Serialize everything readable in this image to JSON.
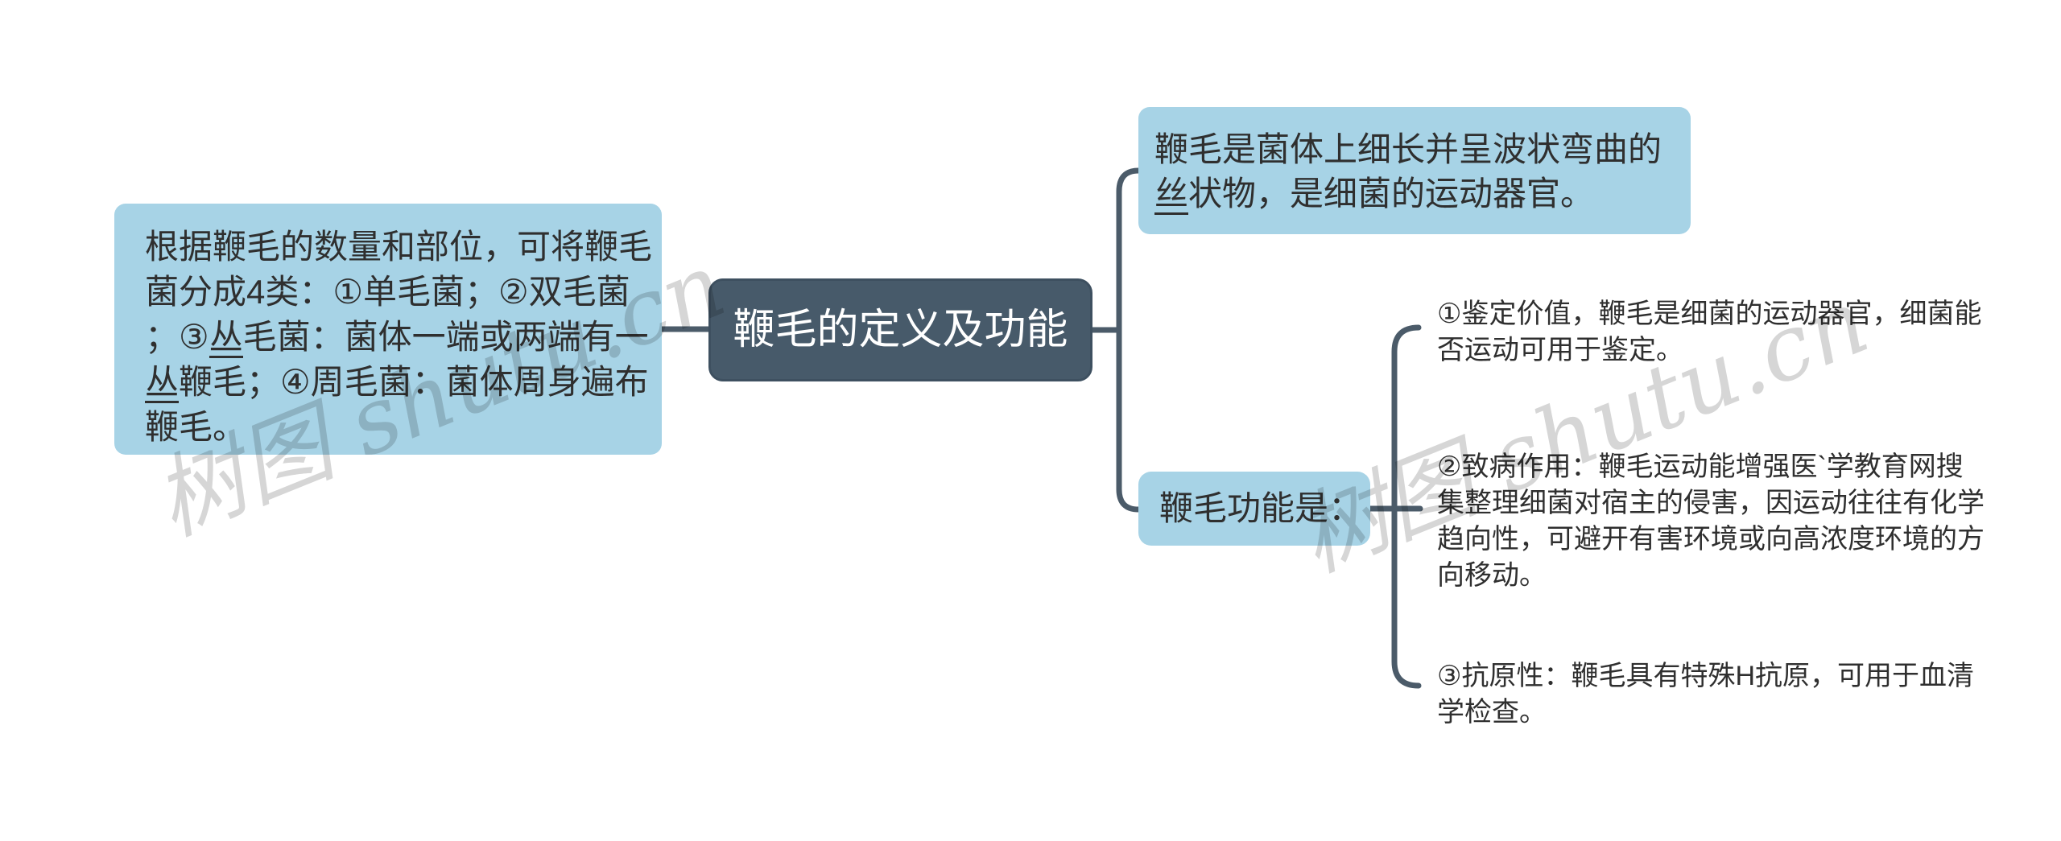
{
  "root": {
    "label": "鞭毛的定义及功能"
  },
  "left_note": {
    "lines": [
      "根据鞭毛的数量和部位，可将鞭毛",
      "菌分成4类：①单毛菌；②双毛菌",
      [
        {
          "t": "；③"
        },
        {
          "t": "丛",
          "u": true
        },
        {
          "t": "毛菌：菌体一端或两端有一"
        }
      ],
      [
        {
          "t": "丛",
          "u": true
        },
        {
          "t": "鞭毛；④周毛菌：菌体周身遍布"
        }
      ],
      "鞭毛。"
    ]
  },
  "definition_note": {
    "lines": [
      "鞭毛是菌体上细长并呈波状弯曲的",
      [
        {
          "t": "丝",
          "u": true
        },
        {
          "t": "状物，是细菌的运动器官。"
        }
      ]
    ]
  },
  "function_node": {
    "label": "鞭毛功能是："
  },
  "function_items": [
    {
      "lines": [
        "①鉴定价值，鞭毛是细菌的运动器官，细菌能",
        "否运动可用于鉴定。"
      ]
    },
    {
      "lines": [
        "②致病作用：鞭毛运动能增强医`学教育网搜",
        "集整理细菌对宿主的侵害，因运动往往有化学",
        "趋向性，可避开有害环境或向高浓度环境的方",
        "向移动。"
      ]
    },
    {
      "lines": [
        "③抗原性：鞭毛具有特殊H抗原，可用于血清",
        "学检查。"
      ]
    }
  ],
  "watermark": {
    "text": "树图 shutu.cn"
  },
  "colors": {
    "node_fill_light": "#a7d3e6",
    "node_fill_dark": "#475a6a",
    "connector": "#4b5b69",
    "text": "#2f2f2f",
    "root_text": "#ffffff",
    "watermark": "#d6d6d6",
    "background": "#ffffff"
  }
}
